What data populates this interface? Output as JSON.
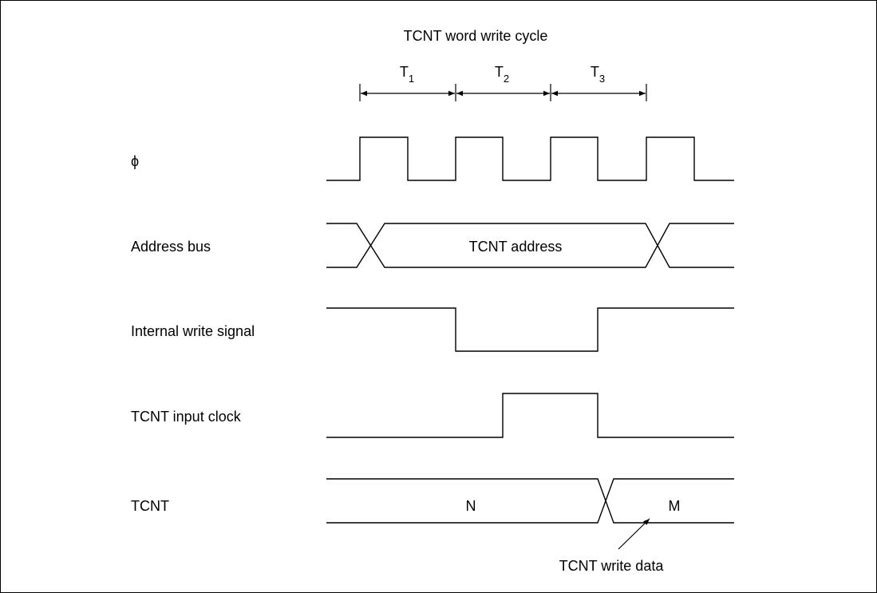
{
  "title": "TCNT word write cycle",
  "periods": [
    {
      "main": "T",
      "sub": "1"
    },
    {
      "main": "T",
      "sub": "2"
    },
    {
      "main": "T",
      "sub": "3"
    }
  ],
  "signals": [
    {
      "label": "ϕ"
    },
    {
      "label": "Address bus",
      "bus_value": "TCNT address"
    },
    {
      "label": "Internal write signal"
    },
    {
      "label": "TCNT input clock"
    },
    {
      "label": "TCNT",
      "bus_value_before": "N",
      "bus_value_after": "M"
    }
  ],
  "annotation": "TCNT write data"
}
